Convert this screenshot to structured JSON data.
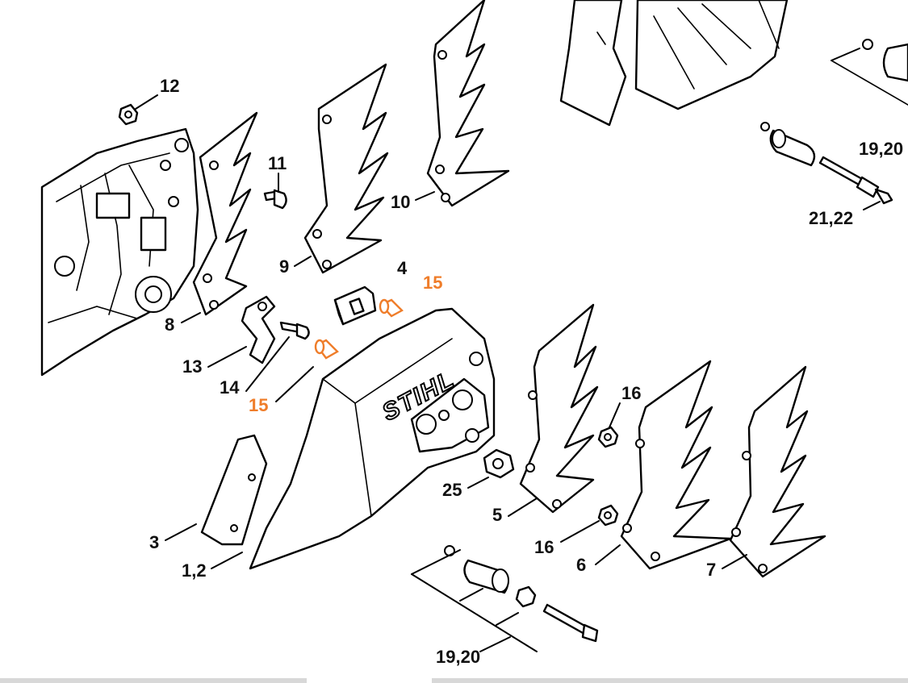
{
  "diagram": {
    "accent_color": "#ef7d2a",
    "logo_text": "STIHL",
    "labels": [
      {
        "id": "12",
        "text": "12",
        "highlight": false
      },
      {
        "id": "11",
        "text": "11",
        "highlight": false
      },
      {
        "id": "10",
        "text": "10",
        "highlight": false
      },
      {
        "id": "9",
        "text": "9",
        "highlight": false
      },
      {
        "id": "8",
        "text": "8",
        "highlight": false
      },
      {
        "id": "4",
        "text": "4",
        "highlight": false
      },
      {
        "id": "15a",
        "text": "15",
        "highlight": true
      },
      {
        "id": "13",
        "text": "13",
        "highlight": false
      },
      {
        "id": "14",
        "text": "14",
        "highlight": false
      },
      {
        "id": "15b",
        "text": "15",
        "highlight": true
      },
      {
        "id": "16a",
        "text": "16",
        "highlight": false
      },
      {
        "id": "25",
        "text": "25",
        "highlight": false
      },
      {
        "id": "5",
        "text": "5",
        "highlight": false
      },
      {
        "id": "16b",
        "text": "16",
        "highlight": false
      },
      {
        "id": "6",
        "text": "6",
        "highlight": false
      },
      {
        "id": "7",
        "text": "7",
        "highlight": false
      },
      {
        "id": "3",
        "text": "3",
        "highlight": false
      },
      {
        "id": "1_2",
        "text": "1,2",
        "highlight": false
      },
      {
        "id": "19_20a",
        "text": "19,20",
        "highlight": false
      },
      {
        "id": "21_22",
        "text": "21,22",
        "highlight": false
      },
      {
        "id": "19_20b",
        "text": "19,20",
        "highlight": false
      }
    ]
  }
}
